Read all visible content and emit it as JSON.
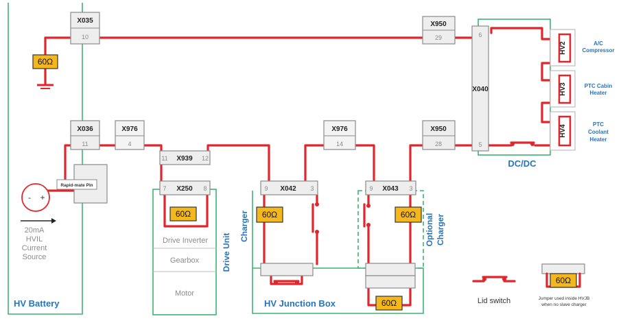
{
  "connectors": {
    "x035": {
      "name": "X035",
      "pin": "10"
    },
    "x950_top": {
      "name": "X950",
      "pin": "29"
    },
    "x036": {
      "name": "X036",
      "pin": "11"
    },
    "x976_left": {
      "name": "X976",
      "pin": "4"
    },
    "x939": {
      "name": "X939",
      "pin_left": "11",
      "pin_right": "12"
    },
    "x250": {
      "name": "X250",
      "pin_left": "7",
      "pin_right": "8"
    },
    "x976_mid": {
      "name": "X976",
      "pin": "14"
    },
    "x950_mid": {
      "name": "X950",
      "pin": "28"
    },
    "x042": {
      "name": "X042",
      "pin_left": "9",
      "pin_right": "3"
    },
    "x043": {
      "name": "X043",
      "pin_left": "9",
      "pin_right": "3"
    },
    "x040": {
      "name": "X040",
      "pin_top": "6",
      "pin_bottom": "5"
    }
  },
  "resistor_label": "60Ω",
  "hv_battery": {
    "label": "HV Battery",
    "rapid_mate_pin": "Rapid-mate Pin",
    "source_minus": "-",
    "source_plus": "+",
    "current_line1": "20mA",
    "current_line2": "HVIL",
    "current_line3": "Current",
    "current_line4": "Source"
  },
  "drive_unit": {
    "label": "Drive Unit",
    "drive_inverter": "Drive Inverter",
    "gearbox": "Gearbox",
    "motor": "Motor"
  },
  "junction_box": {
    "label": "HV Junction Box"
  },
  "charger": {
    "label": "Charger"
  },
  "optional_charger": {
    "line1": "Optional",
    "line2": "Charger"
  },
  "dcdc": {
    "label": "DC/DC"
  },
  "hv_modules": [
    {
      "tag": "HV2",
      "line1": "A/C",
      "line2": "Compressor",
      "line3": ""
    },
    {
      "tag": "HV3",
      "line1": "PTC Cabin",
      "line2": "Heater",
      "line3": ""
    },
    {
      "tag": "HV4",
      "line1": "PTC",
      "line2": "Coolant",
      "line3": "Heater"
    }
  ],
  "legend": {
    "lid_switch": "Lid switch",
    "jumper_line1": "Jumper used inside HVJB",
    "jumper_line2": "when no slave charger"
  }
}
